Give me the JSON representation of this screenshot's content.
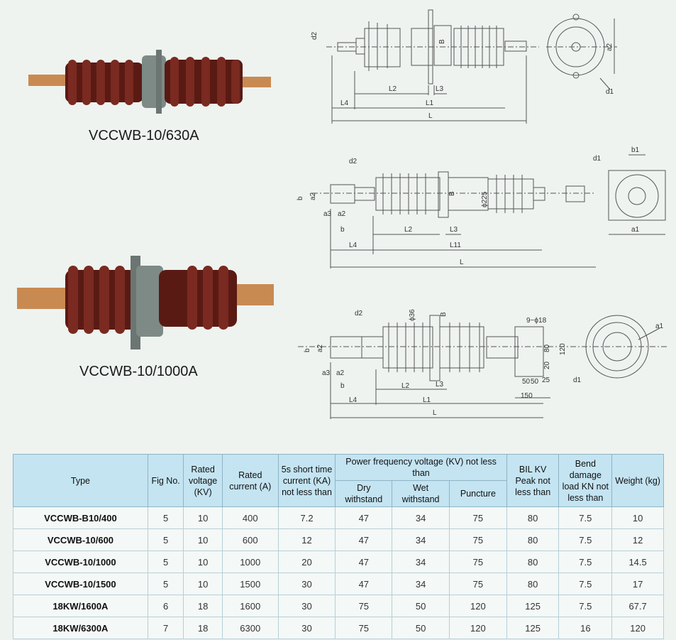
{
  "products": [
    {
      "caption": "VCCWB-10/630A"
    },
    {
      "caption": "VCCWB-10/1000A"
    }
  ],
  "drawings": {
    "fig1": {
      "d2": "d2",
      "B": "B",
      "a2": "a2",
      "L2": "L2",
      "L3": "L3",
      "L1": "L1",
      "L4": "L4",
      "L": "L",
      "d1": "d1"
    },
    "fig2": {
      "b": "b",
      "a2": "a2",
      "d2": "d2",
      "B": "B",
      "phi225": "ϕ225",
      "a3": "a3",
      "a2b": "a2",
      "bb": "b",
      "L2": "L2",
      "L3": "L3",
      "L4": "L4",
      "L11": "L11",
      "L": "L",
      "d1": "d1",
      "b1": "b1",
      "a1": "a1"
    },
    "fig3": {
      "d2": "d2",
      "phi36": "ϕ36",
      "B": "B",
      "holes": "9−ϕ18",
      "b": "b",
      "a2": "a2",
      "a3": "a3",
      "a2b": "a2",
      "bb": "b",
      "L2": "L2",
      "L3": "L3",
      "L4": "L4",
      "L1": "L1",
      "L": "L",
      "n80": "80",
      "n120": "120",
      "n20": "20",
      "n50a": "50",
      "n50b": "50",
      "n25": "25",
      "n150": "150",
      "a1": "a1",
      "d1": "d1"
    }
  },
  "table": {
    "headers": {
      "type": "Type",
      "fig": "Fig No.",
      "voltage": "Rated voltage (KV)",
      "current": "Rated current (A)",
      "short": "5s short time current (KA) not less than",
      "pf": "Power frequency voltage (KV) not less than",
      "dry": "Dry withstand",
      "wet": "Wet withstand",
      "puncture": "Puncture",
      "bil": "BIL KV Peak not less than",
      "bend": "Bend damage load KN not less than",
      "weight": "Weight (kg)"
    },
    "rows": [
      [
        "VCCWB-B10/400",
        "5",
        "10",
        "400",
        "7.2",
        "47",
        "34",
        "75",
        "80",
        "7.5",
        "10"
      ],
      [
        "VCCWB-10/600",
        "5",
        "10",
        "600",
        "12",
        "47",
        "34",
        "75",
        "80",
        "7.5",
        "12"
      ],
      [
        "VCCWB-10/1000",
        "5",
        "10",
        "1000",
        "20",
        "47",
        "34",
        "75",
        "80",
        "7.5",
        "14.5"
      ],
      [
        "VCCWB-10/1500",
        "5",
        "10",
        "1500",
        "30",
        "47",
        "34",
        "75",
        "80",
        "7.5",
        "17"
      ],
      [
        "18KW/1600A",
        "6",
        "18",
        "1600",
        "30",
        "75",
        "50",
        "120",
        "125",
        "7.5",
        "67.7"
      ],
      [
        "18KW/6300A",
        "7",
        "18",
        "6300",
        "30",
        "75",
        "50",
        "120",
        "125",
        "16",
        "120"
      ]
    ]
  },
  "colors": {
    "porcelain": "#5a1a14",
    "copper": "#c98a52",
    "flange": "#7d8a86",
    "header_bg": "#c4e4f2",
    "page_bg": "#eef3f0"
  }
}
